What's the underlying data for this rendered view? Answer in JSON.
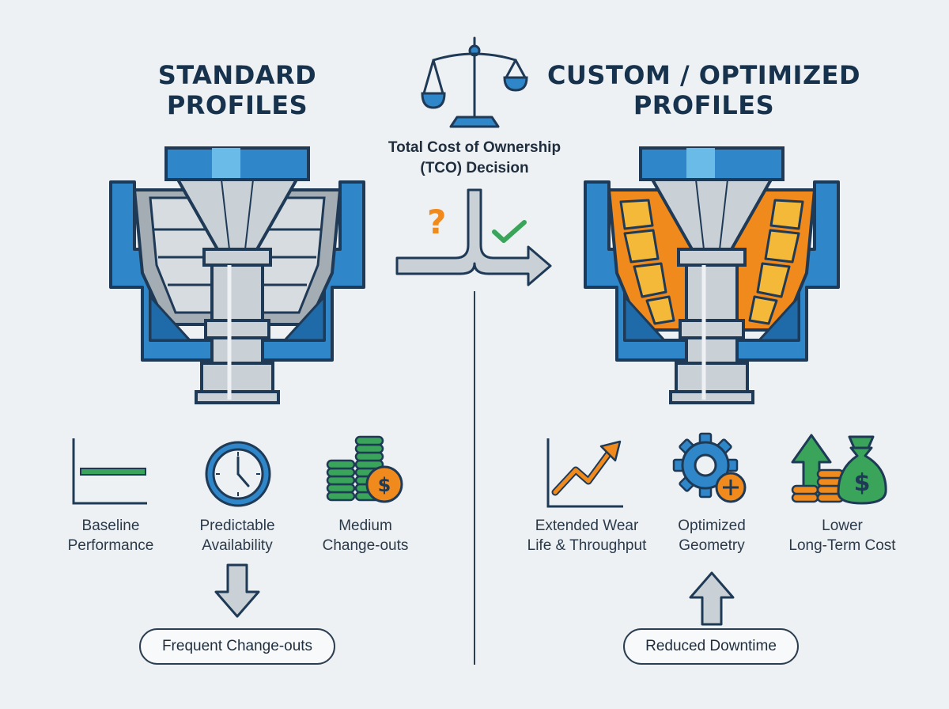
{
  "left": {
    "title_line1": "STANDARD",
    "title_line2": "PROFILES",
    "features": [
      {
        "line1": "Baseline",
        "line2": "Performance",
        "icon": "flat-line-chart-icon"
      },
      {
        "line1": "Predictable",
        "line2": "Availability",
        "icon": "clock-icon"
      },
      {
        "line1": "Medium",
        "line2": "Change-outs",
        "icon": "coin-stacks-dollar-icon"
      }
    ],
    "outcome": "Frequent Change-outs"
  },
  "center": {
    "tco_line1": "Total Cost of Ownership",
    "tco_line2": "(TCO) Decision",
    "icons": [
      "balance-scale-icon",
      "question-mark-icon",
      "checkmark-icon",
      "decision-arrow-icon"
    ]
  },
  "right": {
    "title_line1": "CUSTOM / OPTIMIZED",
    "title_line2": "PROFILES",
    "features": [
      {
        "line1": "Extended Wear",
        "line2": "Life & Throughput",
        "icon": "rising-line-chart-icon"
      },
      {
        "line1": "Optimized",
        "line2": "Geometry",
        "icon": "gear-plus-icon"
      },
      {
        "line1": "Lower",
        "line2": "Long-Term Cost",
        "icon": "money-bag-up-arrow-icon"
      }
    ],
    "outcome": "Reduced Downtime"
  },
  "colors": {
    "blue": "#2f86c8",
    "navy": "#1f3a56",
    "steel": "#c9d0d6",
    "orange": "#f08a1c",
    "gold": "#f5b93a",
    "green": "#3aa55a",
    "check_green": "#3aa55a"
  }
}
